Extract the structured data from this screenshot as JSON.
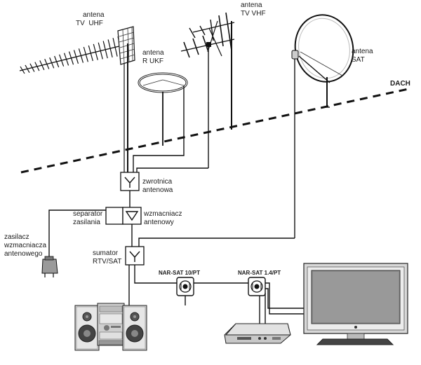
{
  "labels": {
    "antenna_tv_uhf": [
      "antena",
      "TV  UHF"
    ],
    "antenna_r_ukf": [
      "antena",
      "R UKF"
    ],
    "antenna_tv_vhf": [
      "antena",
      "TV VHF"
    ],
    "antenna_sat": [
      "antena",
      "SAT"
    ],
    "roof": "DACH",
    "diplexer": [
      "zwrotnica",
      "antenowa"
    ],
    "power_separator": [
      "separator",
      "zasilania"
    ],
    "amplifier": [
      "wzmacniacz",
      "antenowy"
    ],
    "amp_power_supply": [
      "zasilacz",
      "wzmacniacza",
      "antenowego"
    ],
    "combiner": [
      "sumator",
      "RTV/SAT"
    ],
    "socket_1": "NAR-SAT 10/PT",
    "socket_2": "NAR-SAT 1.4/PT"
  },
  "colors": {
    "line": "#111111",
    "device_fill": "#d9d9d9",
    "device_dark": "#555555",
    "screen": "#8c8c8c"
  }
}
